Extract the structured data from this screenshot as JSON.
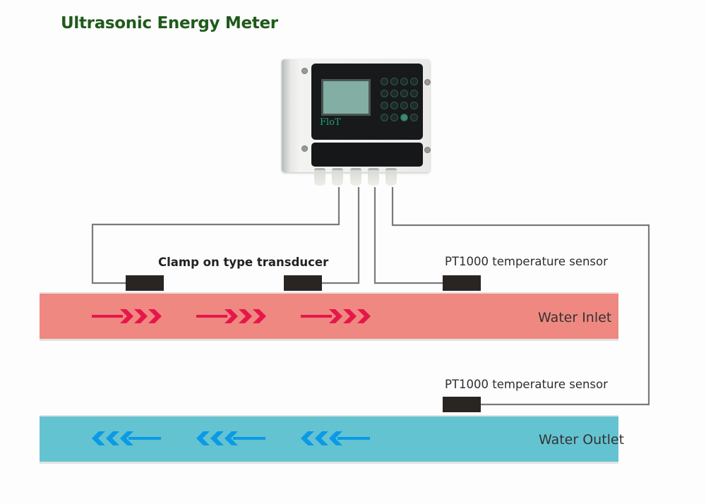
{
  "title": "Ultrasonic Energy Meter",
  "device": {
    "brand": "FloT",
    "name": "ultrasonic-energy-meter-unit",
    "keypad_keys": 16
  },
  "labels": {
    "clamp_transducer": "Clamp on type transducer",
    "pt1000_top": "PT1000 temperature  sensor",
    "pt1000_bottom": "PT1000 temperature  sensor",
    "water_inlet": "Water Inlet",
    "water_outlet": "Water Outlet"
  },
  "pipes": [
    {
      "id": "inlet",
      "label": "Water Inlet",
      "flow_direction": "right",
      "color": "#ef8880",
      "arrow_color": "#e5174a",
      "arrow_groups": 3
    },
    {
      "id": "outlet",
      "label": "Water Outlet",
      "flow_direction": "left",
      "color": "#64c3d1",
      "arrow_color": "#0a9ae6",
      "arrow_groups": 3
    }
  ],
  "colors": {
    "title": "#1f5a1a",
    "cable": "#7a7a7a",
    "sensor": "#292523"
  },
  "components": [
    {
      "id": "transducer-1",
      "type": "clamp-on transducer",
      "pipe": "inlet"
    },
    {
      "id": "transducer-2",
      "type": "clamp-on transducer",
      "pipe": "inlet"
    },
    {
      "id": "pt1000-inlet",
      "type": "PT1000 temperature sensor",
      "pipe": "inlet"
    },
    {
      "id": "pt1000-outlet",
      "type": "PT1000 temperature sensor",
      "pipe": "outlet"
    }
  ]
}
